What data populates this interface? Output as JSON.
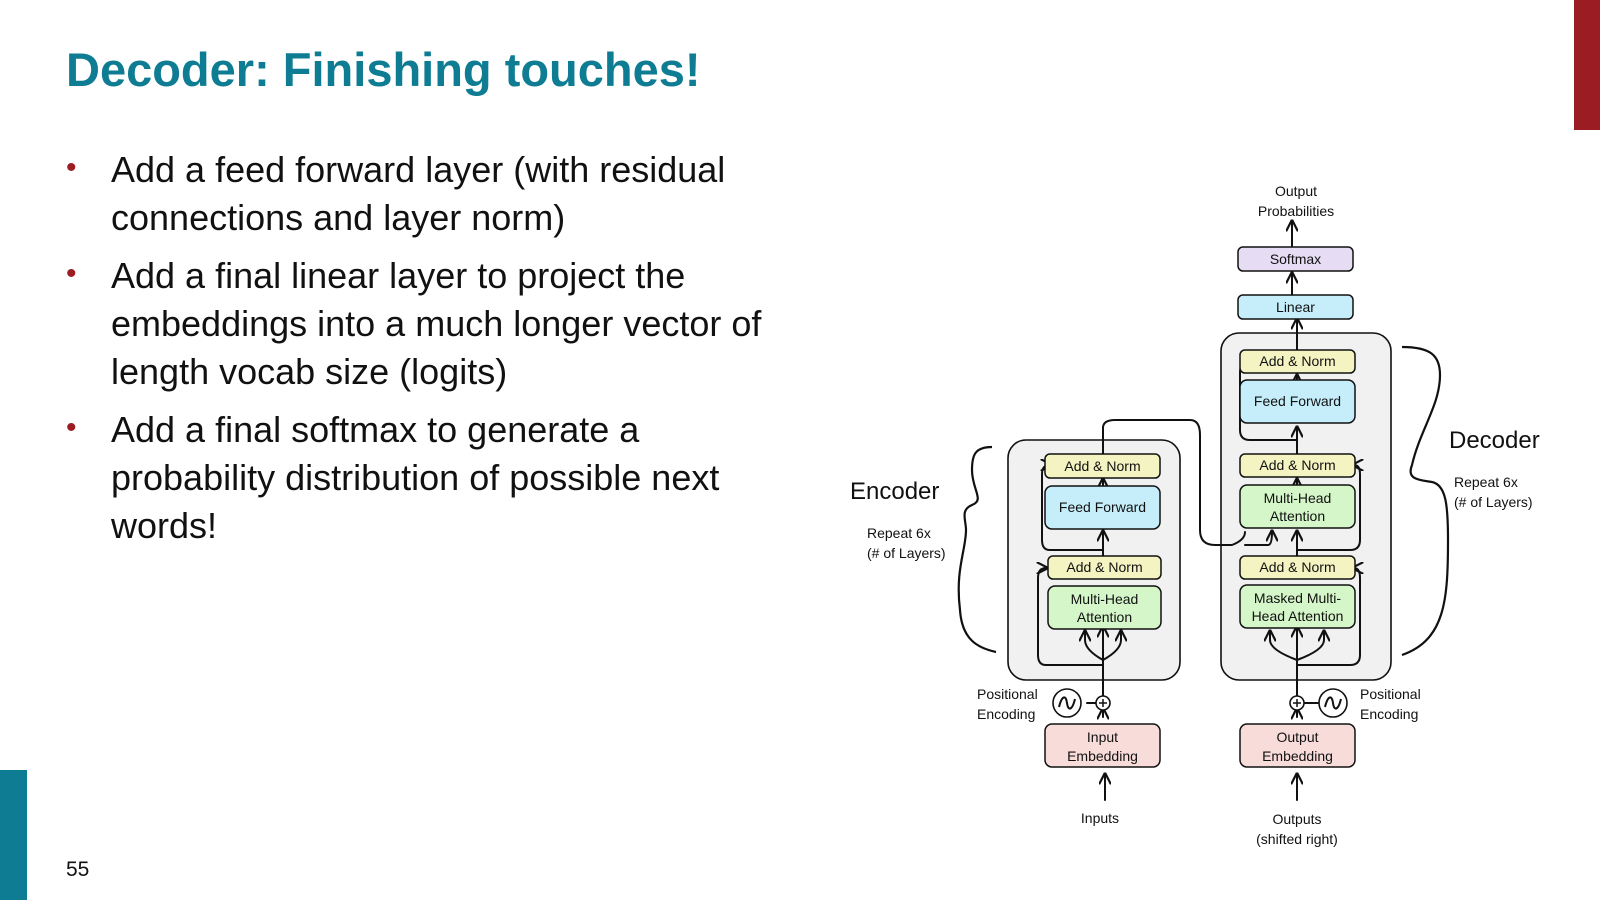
{
  "slide": {
    "title": "Decoder: Finishing touches!",
    "bullets": [
      "Add a feed forward layer (with residual connections and layer norm)",
      "Add a final linear layer to project the embeddings into a much longer vector of length vocab size (logits)",
      "Add a final softmax to generate a probability distribution of possible next words!"
    ],
    "page_number": "55"
  },
  "diagram": {
    "output_probabilities": [
      "Output",
      "Probabilities"
    ],
    "softmax": "Softmax",
    "linear": "Linear",
    "encoder_label": "Encoder",
    "decoder_label": "Decoder",
    "encoder_repeat": [
      "Repeat 6x",
      "(# of Layers)"
    ],
    "decoder_repeat": [
      "Repeat 6x",
      "(# of Layers)"
    ],
    "encoder": {
      "add_norm_top": "Add & Norm",
      "feed_forward": "Feed Forward",
      "add_norm_bottom": "Add & Norm",
      "attention": [
        "Multi-Head",
        "Attention"
      ]
    },
    "decoder": {
      "add_norm_top": "Add & Norm",
      "feed_forward": "Feed Forward",
      "add_norm_mid": "Add & Norm",
      "cross_attention": [
        "Multi-Head",
        "Attention"
      ],
      "add_norm_bottom": "Add & Norm",
      "masked_attention": [
        "Masked Multi-",
        "Head Attention"
      ]
    },
    "positional_encoding_left": [
      "Positional",
      "Encoding"
    ],
    "positional_encoding_right": [
      "Positional",
      "Encoding"
    ],
    "input_embedding": [
      "Input",
      "Embedding"
    ],
    "output_embedding": [
      "Output",
      "Embedding"
    ],
    "inputs": "Inputs",
    "outputs": [
      "Outputs",
      "(shifted right)"
    ],
    "colors": {
      "title": "#0e7c92",
      "bullet": "#9b1c22",
      "add_norm": "#f4f4c2",
      "feed_forward": "#c5eefa",
      "attention": "#d4f6c8",
      "embedding": "#f8dcda",
      "softmax": "#e6dcf4",
      "linear": "#c5eefa",
      "stack": "#f1f1f1"
    }
  }
}
